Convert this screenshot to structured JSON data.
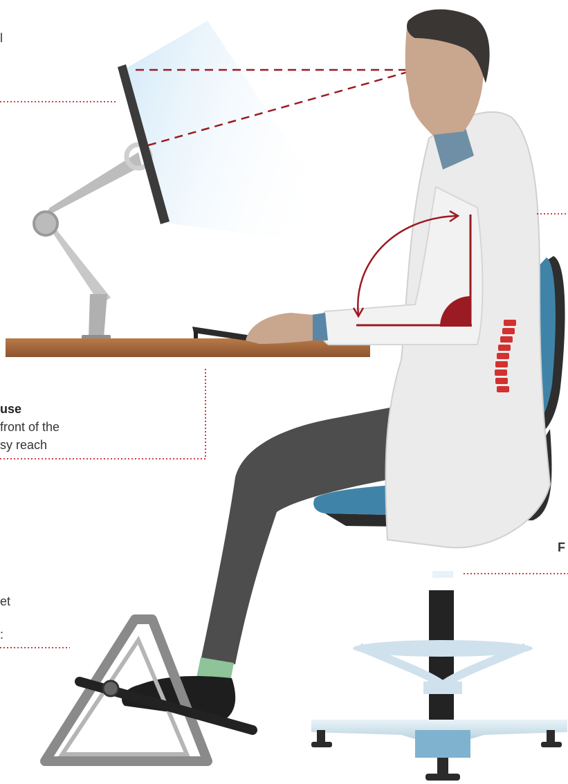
{
  "captions": {
    "top_left_fragment": "l",
    "mouse_title": "use",
    "mouse_line1": "front of the",
    "mouse_line2": "sy reach",
    "right_fragment": "F",
    "feet_fragment_1": "et",
    "feet_fragment_2": ":"
  },
  "colors": {
    "accent_red": "#9b1b22",
    "dotted_red": "#c0262e",
    "desk_brown": "#a66a3e",
    "chair_blue": "#3f84a8",
    "coat_white": "#ebebeb",
    "trousers_grey": "#4d4d4d",
    "skin": "#c9a68e",
    "hair": "#3a3634",
    "screen_glow": "#cfe7f7"
  },
  "icons": {
    "ergonomic_posture_illustration": "seated-doctor-at-desk",
    "monitor": "monitor-icon",
    "keyboard": "keyboard-icon",
    "mouse": "mouse-icon",
    "footrest": "footrest-icon",
    "chair": "office-chair-icon",
    "spine": "spine-icon"
  }
}
